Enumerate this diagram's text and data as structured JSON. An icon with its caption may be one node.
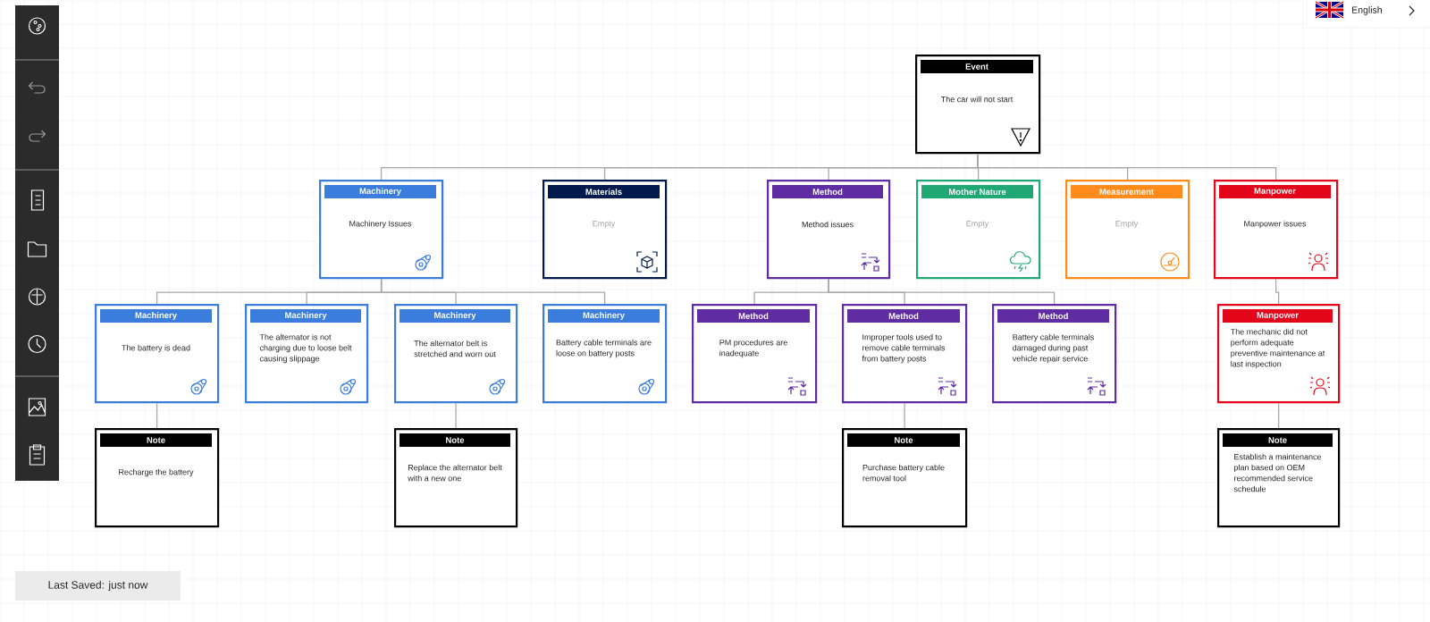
{
  "diagram": {
    "nodes": [
      {
        "text": [
          "Event",
          "The car will not start"
        ]
      },
      {
        "text": [
          "Machinery",
          "Machinery Issues"
        ]
      },
      {
        "text": [
          "Materials",
          "Empty"
        ]
      },
      {
        "text": [
          "Method",
          "Method issues"
        ]
      },
      {
        "text": [
          "Mother Nature",
          "Empty"
        ]
      },
      {
        "text": [
          "Measurement",
          "Empty"
        ]
      },
      {
        "text": [
          "Manpower",
          "Manpower issues"
        ]
      },
      {
        "text": [
          "Machinery",
          "The battery is dead"
        ]
      },
      {
        "text": [
          "Machinery",
          "The alternator is not charging due to loose belt causing slippage"
        ]
      },
      {
        "text": [
          "Machinery",
          "The alternator belt is stretched and worn out"
        ]
      },
      {
        "text": [
          "Machinery",
          "Battery cable terminals are loose on battery posts"
        ]
      },
      {
        "text": [
          "Method",
          "PM procedures are inadequate"
        ]
      },
      {
        "text": [
          "Method",
          "Improper tools used to remove cable terminals from battery posts"
        ]
      },
      {
        "text": [
          "Method",
          "Battery cable terminals damaged during past vehicle repair service"
        ]
      },
      {
        "text": [
          "Manpower",
          "The mechanic did not perform adequate preventive maintenance at last inspection"
        ]
      },
      {
        "text": [
          "Note",
          "Recharge the battery"
        ]
      },
      {
        "text": [
          "Note",
          "Replace the alternator belt with a new one"
        ]
      },
      {
        "text": [
          "Note",
          "Purchase battery cable removal tool"
        ]
      },
      {
        "text": [
          "Note",
          "Establish a maintenance plan based on OEM recommended service schedule"
        ]
      }
    ],
    "edges": [
      {
        "from": 0,
        "to": 1,
        "arrow": "none"
      },
      {
        "from": 0,
        "to": 2,
        "arrow": "none"
      },
      {
        "from": 0,
        "to": 3,
        "arrow": "none"
      },
      {
        "from": 0,
        "to": 4,
        "arrow": "none"
      },
      {
        "from": 0,
        "to": 5,
        "arrow": "none"
      },
      {
        "from": 0,
        "to": 6,
        "arrow": "none"
      },
      {
        "from": 1,
        "to": 7,
        "arrow": "none"
      },
      {
        "from": 1,
        "to": 8,
        "arrow": "none"
      },
      {
        "from": 1,
        "to": 9,
        "arrow": "none"
      },
      {
        "from": 1,
        "to": 10,
        "arrow": "none"
      },
      {
        "from": 3,
        "to": 11,
        "arrow": "none"
      },
      {
        "from": 3,
        "to": 12,
        "arrow": "none"
      },
      {
        "from": 3,
        "to": 13,
        "arrow": "none"
      },
      {
        "from": 6,
        "to": 14,
        "arrow": "none"
      },
      {
        "from": 7,
        "to": 15,
        "arrow": "none"
      },
      {
        "from": 9,
        "to": 16,
        "arrow": "none"
      },
      {
        "from": 12,
        "to": 17,
        "arrow": "none"
      },
      {
        "from": 14,
        "to": 18,
        "arrow": "none"
      }
    ],
    "labels": [
      "English",
      "Last Saved: just now"
    ]
  }
}
